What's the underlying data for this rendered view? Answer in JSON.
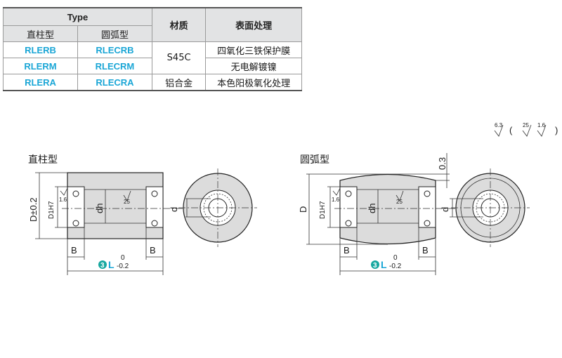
{
  "table": {
    "type_header": "Type",
    "straight_header": "直柱型",
    "arc_header": "圆弧型",
    "material_header": "材质",
    "surface_header": "表面处理",
    "rows": [
      {
        "straight": "RLERB",
        "arc": "RLECRB",
        "surface": "四氧化三铁保护膜"
      },
      {
        "straight": "RLERM",
        "arc": "RLECRM",
        "surface": "无电解镀镍"
      },
      {
        "straight": "RLERA",
        "arc": "RLECRA",
        "material": "铝合金",
        "surface": "本色阳极氧化处理"
      }
    ],
    "steel_material": "S45C"
  },
  "roughness_note": {
    "general": "6.3",
    "open_paren": "(",
    "close_paren": ")",
    "items": [
      "25",
      "1.6"
    ]
  },
  "straight_view": {
    "title": "直柱型",
    "dim_D": "D±0.2",
    "dim_D1": "D1H7",
    "dim_dh": "dh",
    "dim_d": "d",
    "dim_B": "B",
    "rough_inner": "1.6",
    "rough_dh": "25"
  },
  "arc_view": {
    "title": "圆弧型",
    "dim_D": "D",
    "dim_D1": "D1H7",
    "dim_dh": "dh",
    "dim_d": "d",
    "dim_B": "B",
    "dim_crown": "0.3",
    "rough_inner": "1.6",
    "rough_dh": "25"
  },
  "length_dim": {
    "badge": "3",
    "label": "L",
    "upper_tol": "0",
    "lower_tol": "-0.2"
  }
}
